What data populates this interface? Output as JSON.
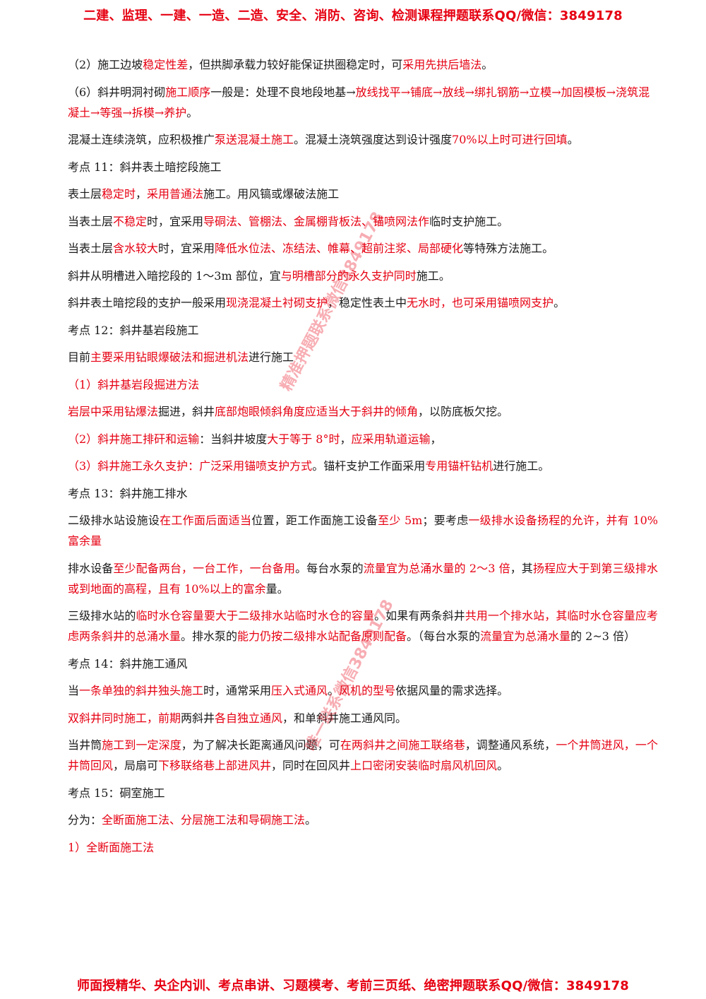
{
  "banner_top": "二建、监理、一建、一造、二造、安全、消防、咨询、检测课程押题联系QQ/微信：3849178",
  "banner_bottom": "师面授精华、央企内训、考点串讲、习题模考、考前三页纸、绝密押题联系QQ/微信：3849178",
  "watermarks": [
    "精准押题联系微信3849178",
    "唯一联系微信3849178"
  ],
  "paragraphs": [
    {
      "wrap": false,
      "segs": [
        {
          "t": "（2）施工边坡",
          "red": false
        },
        {
          "t": "稳定性差",
          "red": true
        },
        {
          "t": "，但拱脚承载力较好能保证拱圈稳定时，可",
          "red": false
        },
        {
          "t": "采用先拱后墙法",
          "red": true
        },
        {
          "t": "。",
          "red": false
        }
      ]
    },
    {
      "wrap": true,
      "segs": [
        {
          "t": "（6）斜井明洞衬砌",
          "red": false
        },
        {
          "t": "施工顺序",
          "red": true
        },
        {
          "t": "一般是：处理不良地段地基→",
          "red": false
        },
        {
          "t": "放线找平→铺底→放线→绑扎钢筋→立模→加固模板→浇筑混凝土→等强→拆模→养护",
          "red": true
        },
        {
          "t": "。",
          "red": false
        }
      ]
    },
    {
      "wrap": false,
      "segs": [
        {
          "t": "混凝土连续浇筑，应积极推广",
          "red": false
        },
        {
          "t": "泵送混凝土施工",
          "red": true
        },
        {
          "t": "。混凝土浇筑强度达到设计强度",
          "red": false
        },
        {
          "t": "70%以上时可进行回填",
          "red": true
        },
        {
          "t": "。",
          "red": false
        }
      ]
    },
    {
      "wrap": false,
      "segs": [
        {
          "t": "考点 11：斜井表土暗挖段施工",
          "red": false
        }
      ]
    },
    {
      "wrap": false,
      "segs": [
        {
          "t": "表土层",
          "red": false
        },
        {
          "t": "稳定时",
          "red": true
        },
        {
          "t": "，",
          "red": false
        },
        {
          "t": "采用普通法",
          "red": true
        },
        {
          "t": "施工。用风镐或爆破法施工",
          "red": false
        }
      ]
    },
    {
      "wrap": false,
      "segs": [
        {
          "t": "当表土层",
          "red": false
        },
        {
          "t": "不稳定",
          "red": true
        },
        {
          "t": "时，宜采用",
          "red": false
        },
        {
          "t": "导硐法、管棚法、金属棚背板法、锚喷网法作",
          "red": true
        },
        {
          "t": "临时支护施工。",
          "red": false
        }
      ]
    },
    {
      "wrap": false,
      "segs": [
        {
          "t": "当表土层",
          "red": false
        },
        {
          "t": "含水较大",
          "red": true
        },
        {
          "t": "时，宜采用",
          "red": false
        },
        {
          "t": "降低水位法、冻结法、帷幕、超前注浆、局部硬化",
          "red": true
        },
        {
          "t": "等特殊方法施工。",
          "red": false
        }
      ]
    },
    {
      "wrap": false,
      "segs": [
        {
          "t": "斜井从明槽进入暗挖段的 1～3m 部位，宜",
          "red": false
        },
        {
          "t": "与明槽部分的永久支护同时",
          "red": true
        },
        {
          "t": "施工。",
          "red": false
        }
      ]
    },
    {
      "wrap": false,
      "segs": [
        {
          "t": "斜井表土暗挖段的支护一般采用",
          "red": false
        },
        {
          "t": "现浇混凝土衬砌支护",
          "red": true
        },
        {
          "t": "，稳定性表土中",
          "red": false
        },
        {
          "t": "无水时，也可采用锚喷网支护",
          "red": true
        },
        {
          "t": "。",
          "red": false
        }
      ]
    },
    {
      "wrap": false,
      "segs": [
        {
          "t": "考点 12：斜井基岩段施工",
          "red": false
        }
      ]
    },
    {
      "wrap": false,
      "segs": [
        {
          "t": "目前",
          "red": false
        },
        {
          "t": "主要采用钻眼爆破法和掘进机法",
          "red": true
        },
        {
          "t": "进行施工",
          "red": false
        }
      ]
    },
    {
      "wrap": false,
      "segs": [
        {
          "t": "（1）斜井基岩段掘进方法",
          "red": true
        }
      ]
    },
    {
      "wrap": false,
      "segs": [
        {
          "t": "岩层中采用钻爆法",
          "red": true
        },
        {
          "t": "掘进，斜井",
          "red": false
        },
        {
          "t": "底部炮眼倾斜角度应适当大于斜井的倾角",
          "red": true
        },
        {
          "t": "，以防底板欠挖。",
          "red": false
        }
      ]
    },
    {
      "wrap": false,
      "segs": [
        {
          "t": "（2）斜井施工排矸和运输",
          "red": true
        },
        {
          "t": "：当斜井坡度",
          "red": false
        },
        {
          "t": "大于等于 8°时",
          "red": true
        },
        {
          "t": "，",
          "red": false
        },
        {
          "t": "应采用轨道运输",
          "red": true
        },
        {
          "t": "，",
          "red": false
        }
      ]
    },
    {
      "wrap": false,
      "segs": [
        {
          "t": "（3）斜井施工永久支护：广泛采用锚喷支护方式",
          "red": true
        },
        {
          "t": "。锚杆支护工作面采用",
          "red": false
        },
        {
          "t": "专用锚杆钻机",
          "red": true
        },
        {
          "t": "进行施工。",
          "red": false
        }
      ]
    },
    {
      "wrap": false,
      "segs": [
        {
          "t": "考点 13：斜井施工排水",
          "red": false
        }
      ]
    },
    {
      "wrap": true,
      "jst": true,
      "segs": [
        {
          "t": "二级排水站设施设",
          "red": false
        },
        {
          "t": "在工作面后面适当",
          "red": true
        },
        {
          "t": "位置，距工作面施工设备",
          "red": false
        },
        {
          "t": "至少 5m",
          "red": true
        },
        {
          "t": "；要考虑",
          "red": false
        },
        {
          "t": "一级排水设备扬程的允许，并有 10%富余量",
          "red": true
        }
      ]
    },
    {
      "wrap": true,
      "jst": true,
      "segs": [
        {
          "t": "排水设备",
          "red": false
        },
        {
          "t": "至少配备两台，一台工作，一台备用",
          "red": true
        },
        {
          "t": "。每台水泵的",
          "red": false
        },
        {
          "t": "流量宜为总涌水量的 2～3 倍",
          "red": true
        },
        {
          "t": "，其",
          "red": false
        },
        {
          "t": "扬程应大于到第三级排水或到地面的高程，且有 10%以上的富余",
          "red": true
        },
        {
          "t": "量。",
          "red": false
        }
      ]
    },
    {
      "wrap": true,
      "jst": true,
      "segs": [
        {
          "t": "三级排水站的",
          "red": false
        },
        {
          "t": "临时水仓容量要大于二级排水站临时水仓的容量",
          "red": true
        },
        {
          "t": "。如果有两条斜井",
          "red": false
        },
        {
          "t": "共用一个排水站，其临时水仓容量应考虑两条斜井的总涌水量",
          "red": true
        },
        {
          "t": "。排水泵的",
          "red": false
        },
        {
          "t": "能力仍按二级排水站配备原则配备",
          "red": true
        },
        {
          "t": "。（每台水泵的",
          "red": false
        },
        {
          "t": "流量宜为总涌水量",
          "red": true
        },
        {
          "t": "的 2~3 倍）",
          "red": false
        }
      ]
    },
    {
      "wrap": false,
      "segs": [
        {
          "t": "考点 14：斜井施工通风",
          "red": false
        }
      ]
    },
    {
      "wrap": false,
      "segs": [
        {
          "t": "当",
          "red": false
        },
        {
          "t": "一条单独的斜井独头施工",
          "red": true
        },
        {
          "t": "时，通常采用",
          "red": false
        },
        {
          "t": "压入式通风",
          "red": true
        },
        {
          "t": "。",
          "red": false
        },
        {
          "t": "风机的型号",
          "red": true
        },
        {
          "t": "依据风量的需求选择。",
          "red": false
        }
      ]
    },
    {
      "wrap": false,
      "segs": [
        {
          "t": "双斜井同时施工，前期",
          "red": true
        },
        {
          "t": "两斜井",
          "red": false
        },
        {
          "t": "各自独立通风",
          "red": true
        },
        {
          "t": "，和单斜井施工通风同。",
          "red": false
        }
      ]
    },
    {
      "wrap": true,
      "jst": true,
      "segs": [
        {
          "t": "当井筒",
          "red": false
        },
        {
          "t": "施工到一定深度",
          "red": true
        },
        {
          "t": "，为了解决长距离通风问题，可",
          "red": false
        },
        {
          "t": "在两斜井之间施工联络巷",
          "red": true
        },
        {
          "t": "，调整通风系统，",
          "red": false
        },
        {
          "t": "一个井筒进风，一个井筒回风",
          "red": true
        },
        {
          "t": "，局扇可",
          "red": false
        },
        {
          "t": "下移联络巷上部进风井",
          "red": true
        },
        {
          "t": "，同时在回风井",
          "red": false
        },
        {
          "t": "上口密闭安装临时扇风机回风",
          "red": true
        },
        {
          "t": "。",
          "red": false
        }
      ]
    },
    {
      "wrap": false,
      "segs": [
        {
          "t": "考点 15：硐室施工",
          "red": false
        }
      ]
    },
    {
      "wrap": false,
      "segs": [
        {
          "t": "分为：",
          "red": false
        },
        {
          "t": "全断面施工法、分层施工法和导硐施工法",
          "red": true
        },
        {
          "t": "。",
          "red": false
        }
      ]
    },
    {
      "wrap": false,
      "segs": [
        {
          "t": "1）全断面施工法",
          "red": true
        }
      ]
    }
  ]
}
